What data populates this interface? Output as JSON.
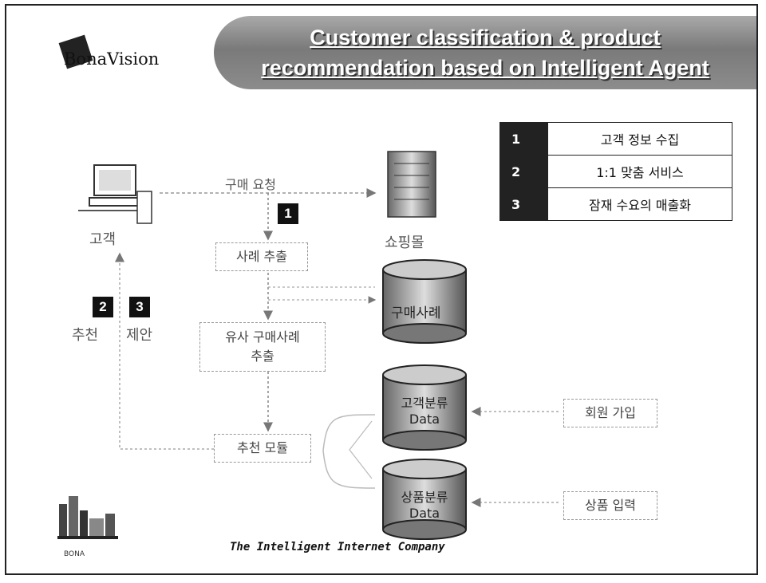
{
  "header": {
    "logo": "BonaVision",
    "title_line1": "Customer classification & product",
    "title_line2": "recommendation based on Intelligent Agent"
  },
  "legend": [
    {
      "num": "1",
      "text": "고객 정보 수집"
    },
    {
      "num": "2",
      "text": "1:1 맞춤 서비스"
    },
    {
      "num": "3",
      "text": "잠재 수요의 매출화"
    }
  ],
  "diagram": {
    "customer": "고객",
    "request": "구매 요청",
    "shop": "쇼핑몰",
    "extract": "사례 추출",
    "similar_line1": "유사 구매사례",
    "similar_line2": "추출",
    "recommend_module": "추천 모듈",
    "recommend": "추천",
    "suggest": "제안",
    "db_purchase": "구매사례",
    "db_customer_line1": "고객분류",
    "db_customer_line2": "Data",
    "db_product_line1": "상품분류",
    "db_product_line2": "Data",
    "member_join": "회원 가입",
    "product_input": "상품 입력",
    "badge1": "1",
    "badge2": "2",
    "badge3": "3"
  },
  "footer": {
    "slogan": "The Intelligent Internet Company",
    "mini_logo": "BONA"
  }
}
